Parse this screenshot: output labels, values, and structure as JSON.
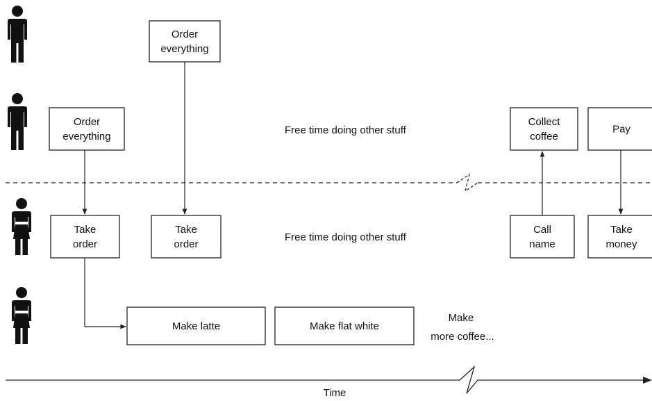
{
  "lanes": {
    "customer_1": {
      "icon": "person-icon",
      "boxes": [
        {
          "id": "c1-order",
          "lines": [
            "Order",
            "everything"
          ]
        }
      ]
    },
    "customer_2": {
      "icon": "person-icon",
      "boxes": [
        {
          "id": "c2-order",
          "lines": [
            "Order",
            "everything"
          ]
        },
        {
          "id": "c2-collect",
          "lines": [
            "Collect",
            "coffee"
          ]
        },
        {
          "id": "c2-pay",
          "lines": [
            "Pay"
          ]
        }
      ],
      "free_text": "Free time doing other stuff"
    },
    "cashier": {
      "icon": "server-person-icon",
      "boxes": [
        {
          "id": "cash-take-1",
          "lines": [
            "Take",
            "order"
          ]
        },
        {
          "id": "cash-take-2",
          "lines": [
            "Take",
            "order"
          ]
        },
        {
          "id": "cash-call",
          "lines": [
            "Call",
            "name"
          ]
        },
        {
          "id": "cash-money",
          "lines": [
            "Take",
            "money"
          ]
        }
      ],
      "free_text": "Free time doing other stuff"
    },
    "barista": {
      "icon": "server-person-icon",
      "boxes": [
        {
          "id": "bar-latte",
          "lines": [
            "Make latte"
          ]
        },
        {
          "id": "bar-flat",
          "lines": [
            "Make flat white"
          ]
        }
      ],
      "more_text": [
        "Make",
        "more coffee..."
      ]
    }
  },
  "axis": {
    "label": "Time"
  }
}
